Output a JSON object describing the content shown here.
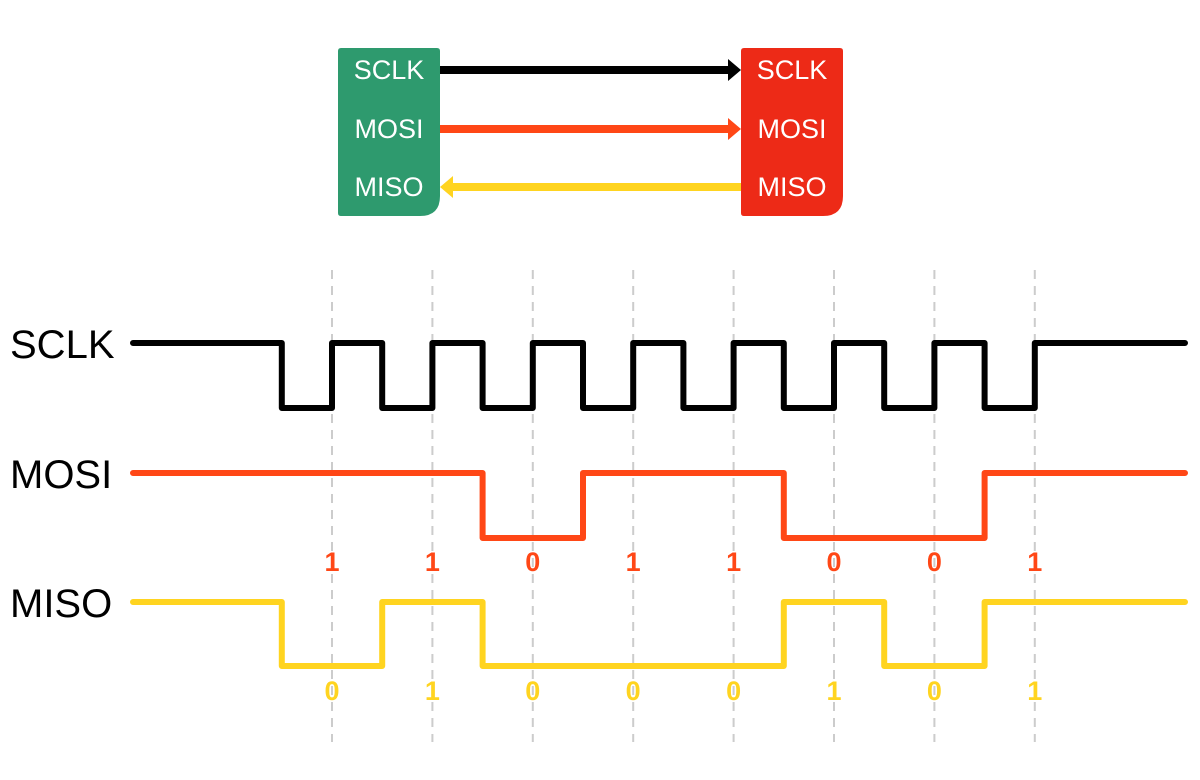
{
  "colors": {
    "master": "#2e9a6e",
    "slave": "#ed2a17",
    "sclk": "#000000",
    "mosi": "#ff4716",
    "miso": "#ffd420",
    "grid": "#cccccc"
  },
  "master_box": {
    "pins": [
      "SCLK",
      "MOSI",
      "MISO"
    ]
  },
  "slave_box": {
    "pins": [
      "SCLK",
      "MOSI",
      "MISO"
    ]
  },
  "connections": [
    {
      "signal": "SCLK",
      "direction": "master-to-slave"
    },
    {
      "signal": "MOSI",
      "direction": "master-to-slave"
    },
    {
      "signal": "MISO",
      "direction": "slave-to-master"
    }
  ],
  "timing": {
    "signals": [
      {
        "name": "SCLK",
        "idle": 1,
        "type": "clock",
        "cycles": 8
      },
      {
        "name": "MOSI",
        "idle": 1,
        "bits": [
          "1",
          "1",
          "0",
          "1",
          "1",
          "0",
          "0",
          "1"
        ]
      },
      {
        "name": "MISO",
        "idle": 1,
        "bits": [
          "0",
          "1",
          "0",
          "0",
          "0",
          "1",
          "0",
          "1"
        ]
      }
    ]
  }
}
